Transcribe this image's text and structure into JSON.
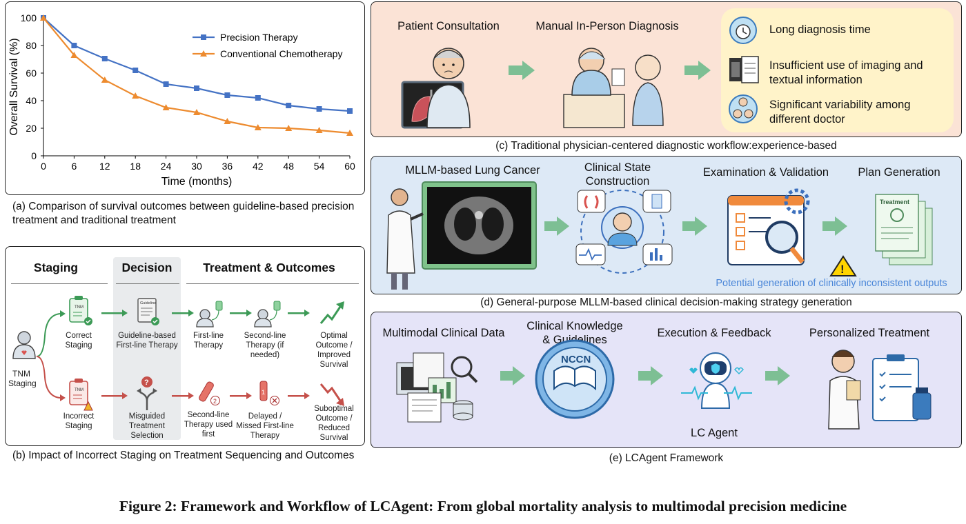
{
  "colors": {
    "precision": "#4472c4",
    "conventional": "#ed8b2f",
    "panel_c_bg": "#fbe3d6",
    "panel_c_note": "#fff3c9",
    "panel_d_bg": "#dde9f6",
    "panel_e_bg": "#e5e4f8",
    "arrow_green": "#7dbf94",
    "warn_text": "#4a86d8"
  },
  "chart_data": {
    "type": "line",
    "xlabel": "Time (months)",
    "ylabel": "Overall Survival (%)",
    "xlim": [
      0,
      60
    ],
    "ylim": [
      0,
      100
    ],
    "x_ticks": [
      0,
      6,
      12,
      18,
      24,
      30,
      36,
      42,
      48,
      54,
      60
    ],
    "y_ticks": [
      0,
      20,
      40,
      60,
      80,
      100
    ],
    "legend_position": "top-right",
    "grid": false,
    "x": [
      0,
      6,
      12,
      18,
      24,
      30,
      36,
      42,
      48,
      54,
      60
    ],
    "series": [
      {
        "name": "Precision Therapy",
        "marker": "square",
        "values": [
          100,
          80,
          70.5,
          62,
          52,
          49,
          44,
          42,
          36.5,
          34,
          32.5
        ]
      },
      {
        "name": "Conventional Chemotherapy",
        "marker": "triangle",
        "values": [
          100,
          73,
          55,
          43.5,
          35,
          31.5,
          25,
          20.5,
          20,
          18.5,
          16.5
        ]
      }
    ]
  },
  "panel_a": {
    "caption": "(a) Comparison of survival outcomes between guideline-based precision treatment and traditional treatment"
  },
  "panel_b": {
    "header_staging": "Staging",
    "header_decision": "Decision",
    "header_treatment": "Treatment & Outcomes",
    "tnm_staging": "TNM Staging",
    "correct_staging": "Correct Staging",
    "guideline_first_line": "Guideline-based First-line Therapy",
    "first_line": "First-line Therapy",
    "second_line_if_needed": "Second-line Therapy (if needed)",
    "optimal_outcome": "Optimal Outcome / Improved Survival",
    "incorrect_staging": "Incorrect Staging",
    "misguided_selection": "Misguided Treatment Selection",
    "second_line_first": "Second-line Therapy used first",
    "delayed_first_line": "Delayed / Missed First-line Therapy",
    "suboptimal_outcome": "Suboptimal Outcome / Reduced Survival",
    "tnm_tag": "TNM",
    "guideline_tag": "Guideline",
    "caption": "(b) Impact of Incorrect Staging on Treatment Sequencing and Outcomes"
  },
  "panel_c": {
    "step1": "Patient Consultation",
    "step2": "Manual In-Person Diagnosis",
    "issue1": "Long diagnosis time",
    "issue2": "Insufficient use of imaging and textual information",
    "issue3": "Significant variability among different doctor",
    "caption": "(c) Traditional physician-centered diagnostic workflow:experience-based"
  },
  "panel_d": {
    "step1": "MLLM-based Lung Cancer",
    "step2": "Clinical State Construction",
    "step3": "Examination & Validation",
    "step4": "Plan Generation",
    "doc_title": "Treatment",
    "warning": "Potential generation of clinically inconsistent outputs",
    "caption": "(d) General-purpose MLLM-based clinical decision-making strategy generation"
  },
  "panel_e": {
    "step1": "Multimodal Clinical Data",
    "step2": "Clinical Knowledge & Guidelines",
    "step3": "Execution & Feedback",
    "step4": "Personalized Treatment",
    "agent_label": "LC Agent",
    "badge": "NCCN",
    "caption": "(e) LCAgent Framework"
  },
  "figure_caption": "Figure 2: Framework and Workflow of LCAgent: From global mortality analysis to multimodal precision medicine"
}
